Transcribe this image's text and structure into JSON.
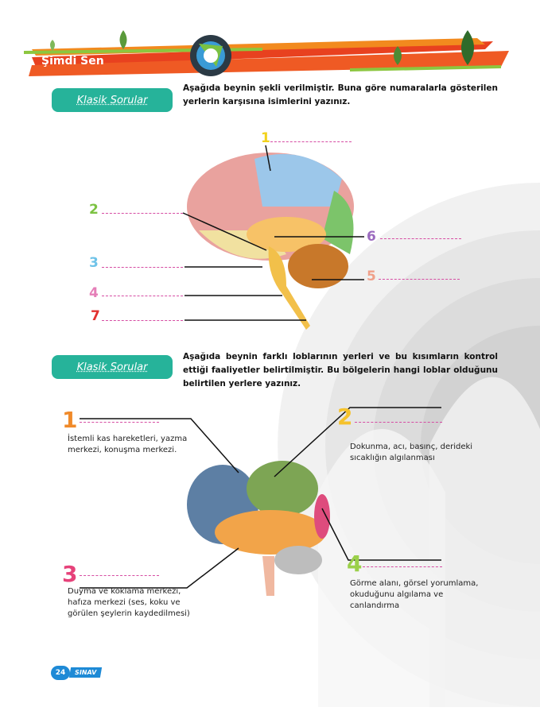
{
  "header": {
    "title": "Şimdi Sen"
  },
  "section1": {
    "badge": "Klasik Sorular",
    "instruction": "Aşağıda beynin şekli verilmiştir. Buna göre numaralarla gösterilen yerlerin karşısına isimlerini yazınız.",
    "labels": [
      {
        "n": "1",
        "color": "#f2d21c"
      },
      {
        "n": "2",
        "color": "#7cc242"
      },
      {
        "n": "3",
        "color": "#6fc3e8"
      },
      {
        "n": "4",
        "color": "#e57fb8"
      },
      {
        "n": "5",
        "color": "#f0a08a"
      },
      {
        "n": "6",
        "color": "#9b6bbf"
      },
      {
        "n": "7",
        "color": "#e2312f"
      }
    ]
  },
  "section2": {
    "badge": "Klasik Sorular",
    "instruction": "Aşağıda beynin farklı loblarının yerleri ve bu kısımların kontrol ettiği faaliyetler belirtilmiştir. Bu bölgelerin hangi loblar olduğunu belirtilen yerlere yazınız.",
    "items": [
      {
        "n": "1",
        "color": "#f08a2a",
        "text": "İstemli kas hareketleri, yazma merkezi, konuşma merkezi."
      },
      {
        "n": "2",
        "color": "#f5c22c",
        "text": "Dokunma, acı, basınç, derideki sıcaklığın algılanması"
      },
      {
        "n": "3",
        "color": "#e6427a",
        "text": "Duyma ve koklama merkezi, hafıza merkezi (ses, koku ve görülen şeylerin kaydedilmesi)"
      },
      {
        "n": "4",
        "color": "#9bd04a",
        "text": "Görme alanı, görsel yorumlama, okuduğunu algılama ve canlandırma"
      }
    ]
  },
  "footer": {
    "page": "24",
    "brand": "SINAV"
  }
}
